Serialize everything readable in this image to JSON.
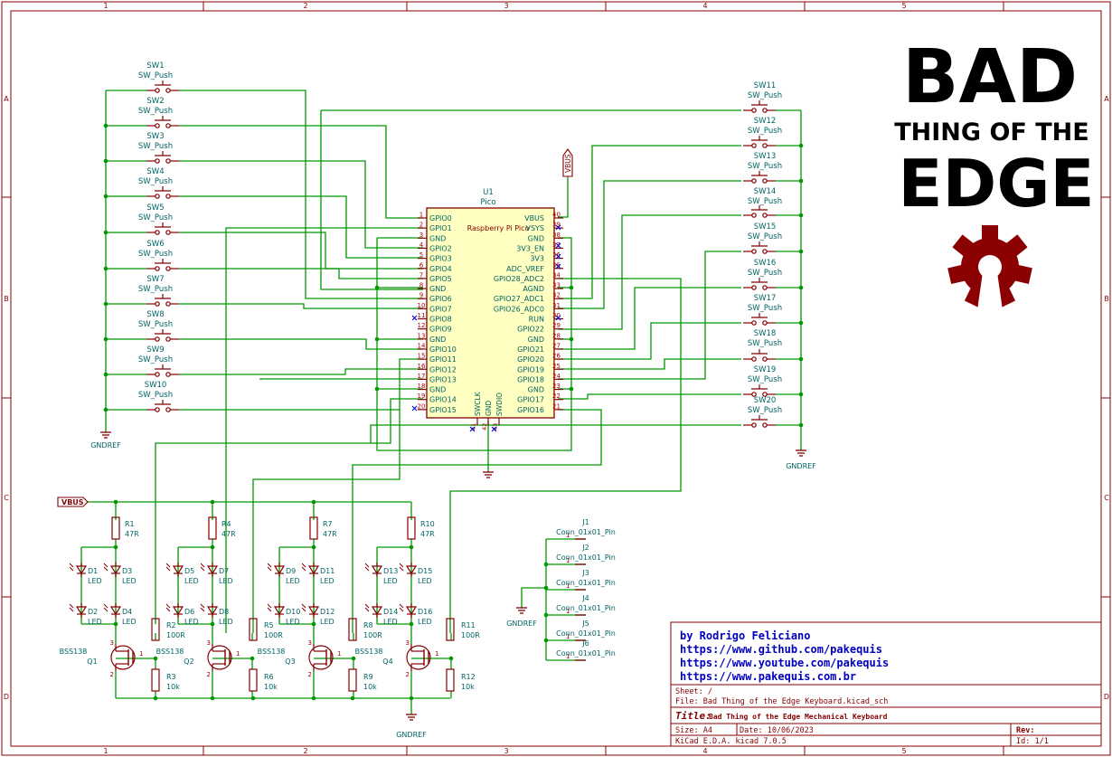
{
  "frame": {
    "col_labels": [
      "1",
      "2",
      "3",
      "4",
      "5"
    ],
    "row_labels": [
      "A",
      "B",
      "C",
      "D"
    ]
  },
  "logo": {
    "line1": "BAD",
    "line2": "THING OF THE",
    "line3": "EDGE",
    "gear_color": "#8B0000"
  },
  "colors": {
    "wire": "#009900",
    "component": "#840000",
    "body_fill": "#FFFFC2",
    "text_blue": "#006464",
    "pin_red": "#A90000",
    "title_blue": "#0000C0",
    "noconnect": "#0000CC"
  },
  "mcu": {
    "ref": "U1",
    "value": "Pico",
    "name": "Raspberry Pi Pico",
    "left_pins": [
      {
        "num": "1",
        "name": "GPIO0"
      },
      {
        "num": "2",
        "name": "GPIO1"
      },
      {
        "num": "3",
        "name": "GND"
      },
      {
        "num": "4",
        "name": "GPIO2"
      },
      {
        "num": "5",
        "name": "GPIO3"
      },
      {
        "num": "6",
        "name": "GPIO4"
      },
      {
        "num": "7",
        "name": "GPIO5"
      },
      {
        "num": "8",
        "name": "GND"
      },
      {
        "num": "9",
        "name": "GPIO6"
      },
      {
        "num": "10",
        "name": "GPIO7"
      },
      {
        "num": "11",
        "name": "GPIO8"
      },
      {
        "num": "12",
        "name": "GPIO9"
      },
      {
        "num": "13",
        "name": "GND"
      },
      {
        "num": "14",
        "name": "GPIO10"
      },
      {
        "num": "15",
        "name": "GPIO11"
      },
      {
        "num": "16",
        "name": "GPIO12"
      },
      {
        "num": "17",
        "name": "GPIO13"
      },
      {
        "num": "18",
        "name": "GND"
      },
      {
        "num": "19",
        "name": "GPIO14"
      },
      {
        "num": "20",
        "name": "GPIO15"
      }
    ],
    "right_pins": [
      {
        "num": "40",
        "name": "VBUS"
      },
      {
        "num": "39",
        "name": "VSYS"
      },
      {
        "num": "38",
        "name": "GND"
      },
      {
        "num": "37",
        "name": "3V3_EN"
      },
      {
        "num": "36",
        "name": "3V3"
      },
      {
        "num": "35",
        "name": "ADC_VREF"
      },
      {
        "num": "34",
        "name": "GPIO28_ADC2"
      },
      {
        "num": "33",
        "name": "AGND"
      },
      {
        "num": "32",
        "name": "GPIO27_ADC1"
      },
      {
        "num": "31",
        "name": "GPIO26_ADC0"
      },
      {
        "num": "30",
        "name": "RUN"
      },
      {
        "num": "29",
        "name": "GPIO22"
      },
      {
        "num": "28",
        "name": "GND"
      },
      {
        "num": "27",
        "name": "GPIO21"
      },
      {
        "num": "26",
        "name": "GPIO20"
      },
      {
        "num": "25",
        "name": "GPIO19"
      },
      {
        "num": "24",
        "name": "GPIO18"
      },
      {
        "num": "23",
        "name": "GND"
      },
      {
        "num": "22",
        "name": "GPIO17"
      },
      {
        "num": "21",
        "name": "GPIO16"
      }
    ],
    "bottom_pins": [
      {
        "num": "41",
        "name": "SWCLK"
      },
      {
        "num": "42",
        "name": "GND"
      },
      {
        "num": "43",
        "name": "SWDIO"
      }
    ]
  },
  "switches_left": [
    {
      "ref": "SW1",
      "value": "SW_Push"
    },
    {
      "ref": "SW2",
      "value": "SW_Push"
    },
    {
      "ref": "SW3",
      "value": "SW_Push"
    },
    {
      "ref": "SW4",
      "value": "SW_Push"
    },
    {
      "ref": "SW5",
      "value": "SW_Push"
    },
    {
      "ref": "SW6",
      "value": "SW_Push"
    },
    {
      "ref": "SW7",
      "value": "SW_Push"
    },
    {
      "ref": "SW8",
      "value": "SW_Push"
    },
    {
      "ref": "SW9",
      "value": "SW_Push"
    },
    {
      "ref": "SW10",
      "value": "SW_Push"
    }
  ],
  "switches_right": [
    {
      "ref": "SW11",
      "value": "SW_Push"
    },
    {
      "ref": "SW12",
      "value": "SW_Push"
    },
    {
      "ref": "SW13",
      "value": "SW_Push"
    },
    {
      "ref": "SW14",
      "value": "SW_Push"
    },
    {
      "ref": "SW15",
      "value": "SW_Push"
    },
    {
      "ref": "SW16",
      "value": "SW_Push"
    },
    {
      "ref": "SW17",
      "value": "SW_Push"
    },
    {
      "ref": "SW18",
      "value": "SW_Push"
    },
    {
      "ref": "SW19",
      "value": "SW_Push"
    },
    {
      "ref": "SW20",
      "value": "SW_Push"
    }
  ],
  "power": {
    "vbus": "VBUS",
    "gndref": "GNDREF"
  },
  "led_groups": [
    {
      "r_top": "R1",
      "r_top_val": "47R",
      "leds": [
        "D1",
        "D3",
        "D2",
        "D4"
      ],
      "led_val": "LED",
      "r_gate": "R2",
      "r_gate_val": "100R",
      "r_pd": "R3",
      "r_pd_val": "10k",
      "q": "Q1",
      "q_val": "BSS138"
    },
    {
      "r_top": "R4",
      "r_top_val": "47R",
      "leds": [
        "D5",
        "D7",
        "D6",
        "D8"
      ],
      "led_val": "LED",
      "r_gate": "R5",
      "r_gate_val": "100R",
      "r_pd": "R6",
      "r_pd_val": "10k",
      "q": "Q2",
      "q_val": "BSS138"
    },
    {
      "r_top": "R7",
      "r_top_val": "47R",
      "leds": [
        "D9",
        "D11",
        "D10",
        "D12"
      ],
      "led_val": "LED",
      "r_gate": "R8",
      "r_gate_val": "100R",
      "r_pd": "R9",
      "r_pd_val": "10k",
      "q": "Q3",
      "q_val": "BSS138"
    },
    {
      "r_top": "R10",
      "r_top_val": "47R",
      "leds": [
        "D13",
        "D15",
        "D14",
        "D16"
      ],
      "led_val": "LED",
      "r_gate": "R11",
      "r_gate_val": "100R",
      "r_pd": "R12",
      "r_pd_val": "10k",
      "q": "Q4",
      "q_val": "BSS138"
    }
  ],
  "connectors": [
    {
      "ref": "J1",
      "value": "Conn_01x01_Pin"
    },
    {
      "ref": "J2",
      "value": "Conn_01x01_Pin"
    },
    {
      "ref": "J3",
      "value": "Conn_01x01_Pin"
    },
    {
      "ref": "J4",
      "value": "Conn_01x01_Pin"
    },
    {
      "ref": "J5",
      "value": "Conn_01x01_Pin"
    },
    {
      "ref": "J6",
      "value": "Conn_01x01_Pin"
    }
  ],
  "pin_labels": {
    "one": "1",
    "two": "2",
    "three": "3"
  },
  "credits": {
    "author": "by Rodrigo Feliciano",
    "github": "https://www.github.com/pakequis",
    "youtube": "https://www.youtube.com/pakequis",
    "site": "https://www.pakequis.com.br"
  },
  "title_block": {
    "sheet": "Sheet: /",
    "file": "File: Bad Thing of the Edge Keyboard.kicad_sch",
    "title_label": "Title:",
    "title": "Bad Thing of the Edge Mechanical Keyboard",
    "size": "Size: A4",
    "date": "Date: 10/06/2023",
    "rev": "Rev:",
    "tool": "KiCad E.D.A.  kicad 7.0.5",
    "id": "Id: 1/1"
  }
}
